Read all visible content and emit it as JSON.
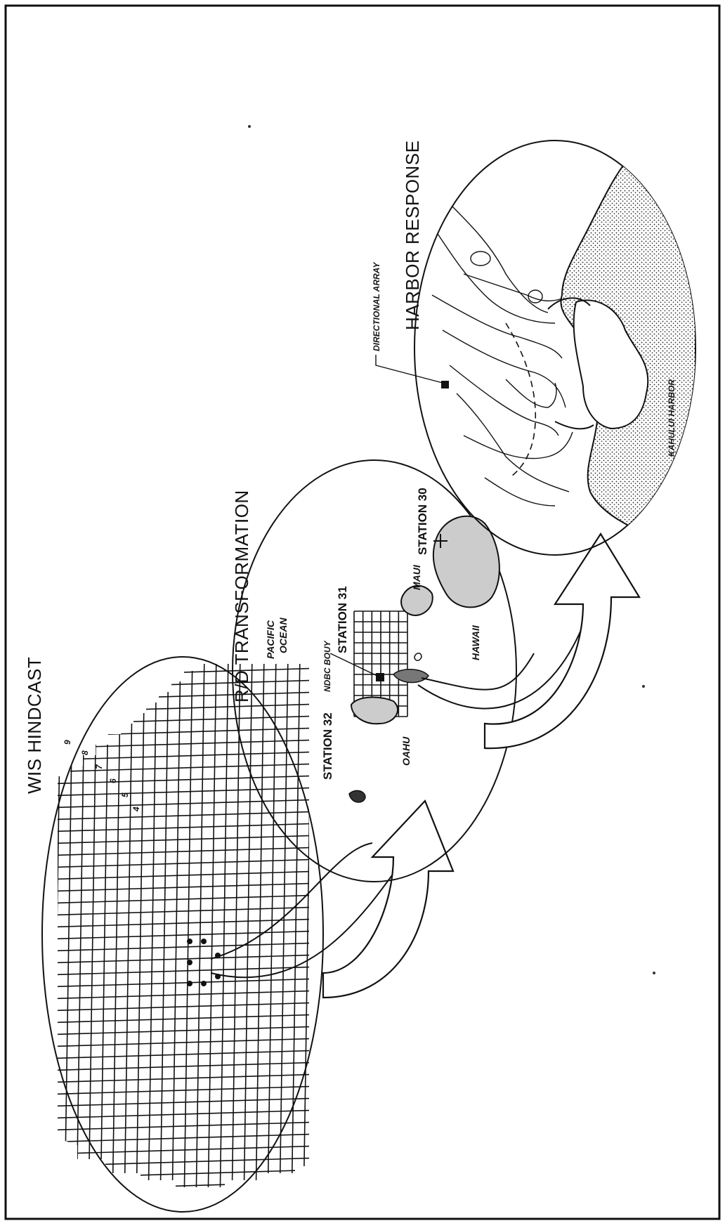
{
  "panels": {
    "wis_hindcast": {
      "title": "WIS HINDCAST",
      "grid_numbers": [
        "4",
        "5",
        "6",
        "7",
        "8",
        "9"
      ]
    },
    "rd_transformation": {
      "title": "R/D TRANSFORMATION",
      "ocean_label": "PACIFIC\nOCEAN",
      "ocean_line1": "PACIFIC",
      "ocean_line2": "OCEAN",
      "buoy_label": "NDBC BOUY",
      "station_31": "STATION 31",
      "station_32": "STATION 32",
      "station_30": "STATION 30",
      "oahu": "OAHU",
      "maui": "MAUI",
      "hawaii": "HAWAII"
    },
    "harbor_response": {
      "title": "HARBOR RESPONSE",
      "array_label": "DIRECTIONAL ARRAY",
      "harbor_label": "KAHULUI HARBOR"
    }
  },
  "colors": {
    "ink": "#111111",
    "paper": "#ffffff"
  }
}
